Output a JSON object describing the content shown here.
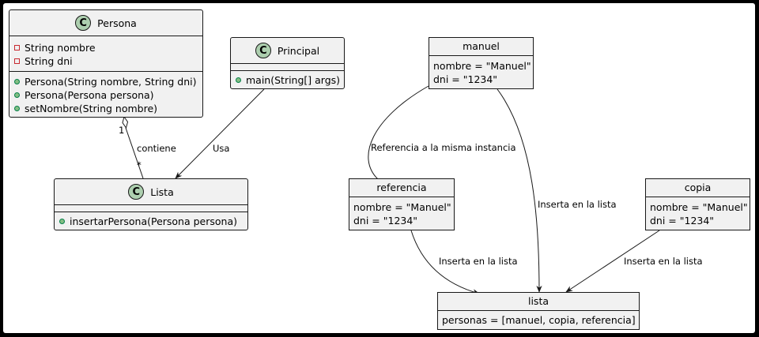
{
  "classes": {
    "persona": {
      "name": "Persona",
      "fields": [
        "String nombre",
        "String dni"
      ],
      "methods": [
        "Persona(String nombre, String dni)",
        "Persona(Persona persona)",
        "setNombre(String nombre)"
      ]
    },
    "principal": {
      "name": "Principal",
      "methods": [
        "main(String[] args)"
      ]
    },
    "lista": {
      "name": "Lista",
      "methods": [
        "insertarPersona(Persona persona)"
      ]
    }
  },
  "objects": {
    "manuel": {
      "name": "manuel",
      "fields": [
        "nombre = \"Manuel\"",
        "dni = \"1234\""
      ]
    },
    "referencia": {
      "name": "referencia",
      "fields": [
        "nombre = \"Manuel\"",
        "dni = \"1234\""
      ]
    },
    "copia": {
      "name": "copia",
      "fields": [
        "nombre = \"Manuel\"",
        "dni = \"1234\""
      ]
    },
    "lista": {
      "name": "lista",
      "fields": [
        "personas = [manuel, copia, referencia]"
      ]
    }
  },
  "class_badge": "C",
  "edges": {
    "contiene": {
      "label": "contiene",
      "mult_source": "1",
      "mult_target": "*"
    },
    "usa": {
      "label": "Usa"
    },
    "referencia": {
      "label": "Referencia a la misma instancia"
    },
    "inserta_manuel": {
      "label": "Inserta en la lista"
    },
    "inserta_referencia": {
      "label": "Inserta en la lista"
    },
    "inserta_copia": {
      "label": "Inserta en la lista"
    }
  },
  "colors": {
    "badge": "#adcfaf",
    "box_fill": "#f1f1f1",
    "line": "#181818",
    "private_marker": "#c82930",
    "public_marker": "#84be84"
  }
}
